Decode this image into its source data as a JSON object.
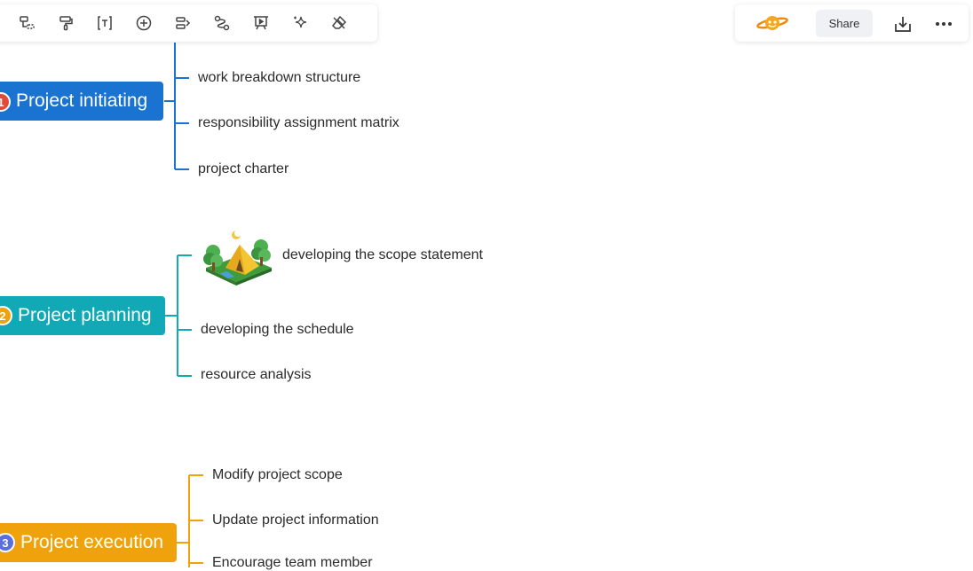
{
  "toolbar": {
    "left_tools": [
      {
        "icon": "subtopic-icon"
      },
      {
        "icon": "format-painter-icon"
      },
      {
        "icon": "text-box-icon"
      },
      {
        "icon": "insert-icon"
      },
      {
        "icon": "outline-icon"
      },
      {
        "icon": "relationship-icon"
      },
      {
        "icon": "presentation-icon"
      },
      {
        "icon": "ai-sparkle-icon"
      },
      {
        "icon": "clear-format-icon"
      }
    ],
    "share_label": "Share"
  },
  "colors": {
    "initiating": "#1a73d1",
    "planning": "#10a9b5",
    "execution": "#f0a20c",
    "badge1": "#e04a3a",
    "badge2": "#f0a20c",
    "badge3": "#5a6ee0"
  },
  "mindmap": {
    "topics": [
      {
        "badge": "1",
        "label": "Project initiating",
        "subtopics": [
          "work breakdown structure",
          "responsibility assignment matrix",
          "project charter"
        ]
      },
      {
        "badge": "2",
        "label": "Project planning",
        "subtopics": [
          "developing the scope statement",
          "developing the schedule",
          "resource analysis"
        ]
      },
      {
        "badge": "3",
        "label": "Project execution",
        "subtopics": [
          "Modify project scope",
          "Update project information",
          "Encourage team member"
        ]
      }
    ]
  }
}
